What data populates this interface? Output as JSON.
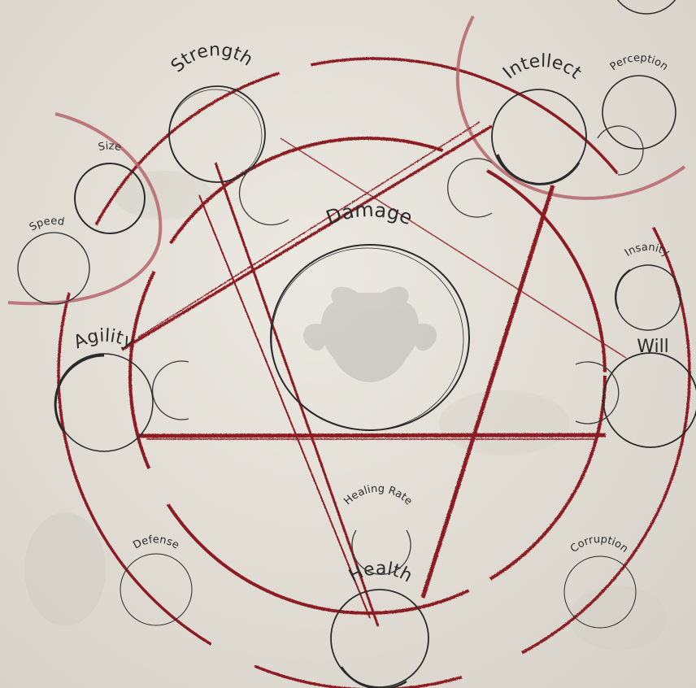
{
  "colors": {
    "ink": "#2a2a2a",
    "blood": "#8b1a22",
    "pale_red": "#b5656b",
    "paper": "#e4e0d8"
  },
  "attributes": {
    "strength": "Strength",
    "intellect": "Intellect",
    "agility": "Agility",
    "will": "Will",
    "health": "Health"
  },
  "center": {
    "damage": "Damage",
    "emblem_icon": "horned-demon-skull"
  },
  "traits": {
    "size": "Size",
    "speed": "Speed",
    "perception": "Perception",
    "insanity": "Insanity",
    "healing_rate": "Healing Rate",
    "defense": "Defense",
    "corruption": "Corruption"
  }
}
